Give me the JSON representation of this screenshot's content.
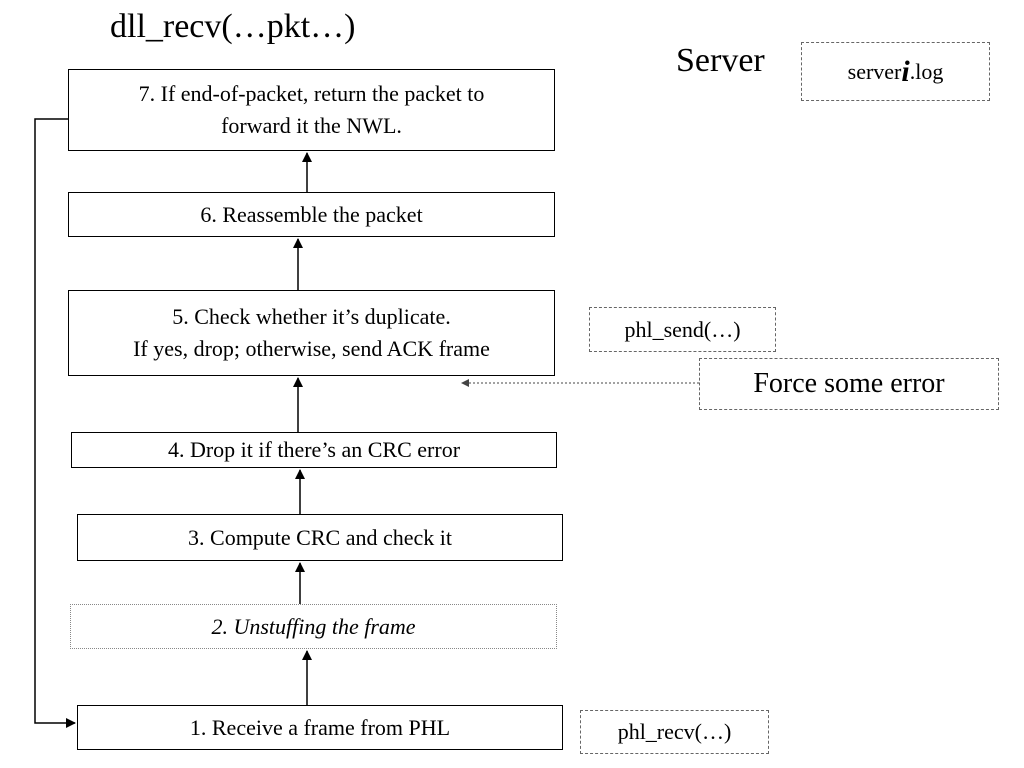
{
  "title": "dll_recv(…pkt…)",
  "server": {
    "label": "Server",
    "log_prefix": "server",
    "log_var": "i",
    "log_suffix": ".log"
  },
  "steps": {
    "s7": {
      "line1": "7. If end-of-packet, return the packet to",
      "line2": "forward it the NWL."
    },
    "s6": "6. Reassemble the packet",
    "s5": {
      "line1": "5. Check whether it’s duplicate.",
      "line2": "If yes, drop; otherwise, send ACK frame"
    },
    "s4": "4. Drop it if there’s an CRC error",
    "s3": "3. Compute CRC and check it",
    "s2": "2. Unstuffing the frame",
    "s1": "1. Receive a frame from PHL"
  },
  "tags": {
    "phl_send": "phl_send(…)",
    "force_error": "Force some error",
    "phl_recv": "phl_recv(…)"
  }
}
